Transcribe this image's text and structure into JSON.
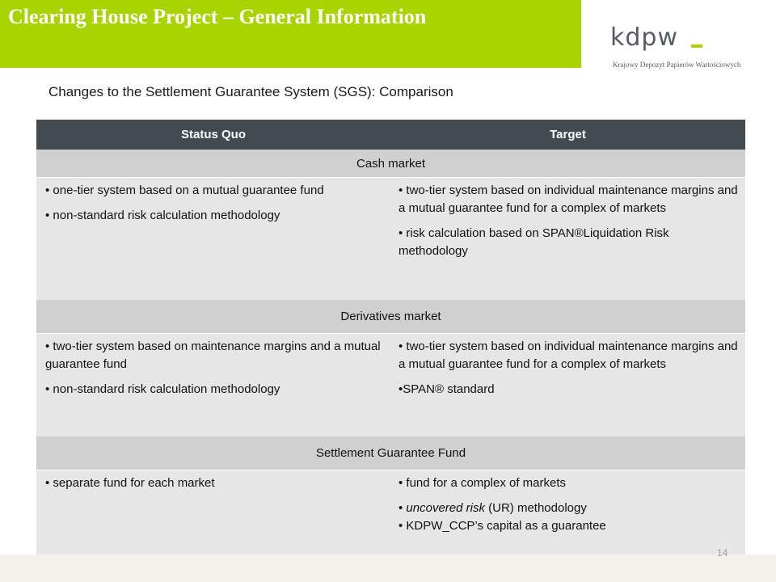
{
  "header": {
    "title": "Clearing House Project – General Information"
  },
  "logo": {
    "wordmark": "kdpw",
    "tagline": "Krajowy Depozyt Papierów Wartościowych",
    "accent_color": "#a8d400"
  },
  "subtitle": "Changes to the Settlement Guarantee System (SGS): Comparison",
  "table": {
    "columns": [
      "Status Quo",
      "Target"
    ],
    "sections": [
      {
        "title": "Cash market",
        "left": [
          "• one-tier system based on a mutual guarantee fund",
          "• non-standard risk calculation methodology"
        ],
        "right": [
          "• two-tier system based on individual maintenance margins and a mutual guarantee fund for a complex of markets",
          "• risk calculation based on SPAN®Liquidation Risk methodology"
        ]
      },
      {
        "title": "Derivatives market",
        "left": [
          "• two-tier system based on maintenance margins and a mutual guarantee fund",
          "• non-standard risk calculation methodology"
        ],
        "right": [
          "• two-tier system based on individual maintenance margins and a mutual guarantee fund for a complex of markets",
          "•SPAN® standard"
        ]
      },
      {
        "title": "Settlement Guarantee Fund",
        "left": [
          "• separate fund for each market"
        ],
        "right": [
          "• fund for a complex of markets",
          "• ",
          "uncovered risk",
          " (UR) methodology",
          "• KDPW_CCP’s capital as a guarantee"
        ]
      }
    ]
  },
  "footer": {
    "page_number": "14"
  },
  "colors": {
    "header_bg": "#434a50",
    "section_bg": "#d0d0d0",
    "content_bg": "#e6e6e6",
    "title_bar": "#a8d400"
  }
}
